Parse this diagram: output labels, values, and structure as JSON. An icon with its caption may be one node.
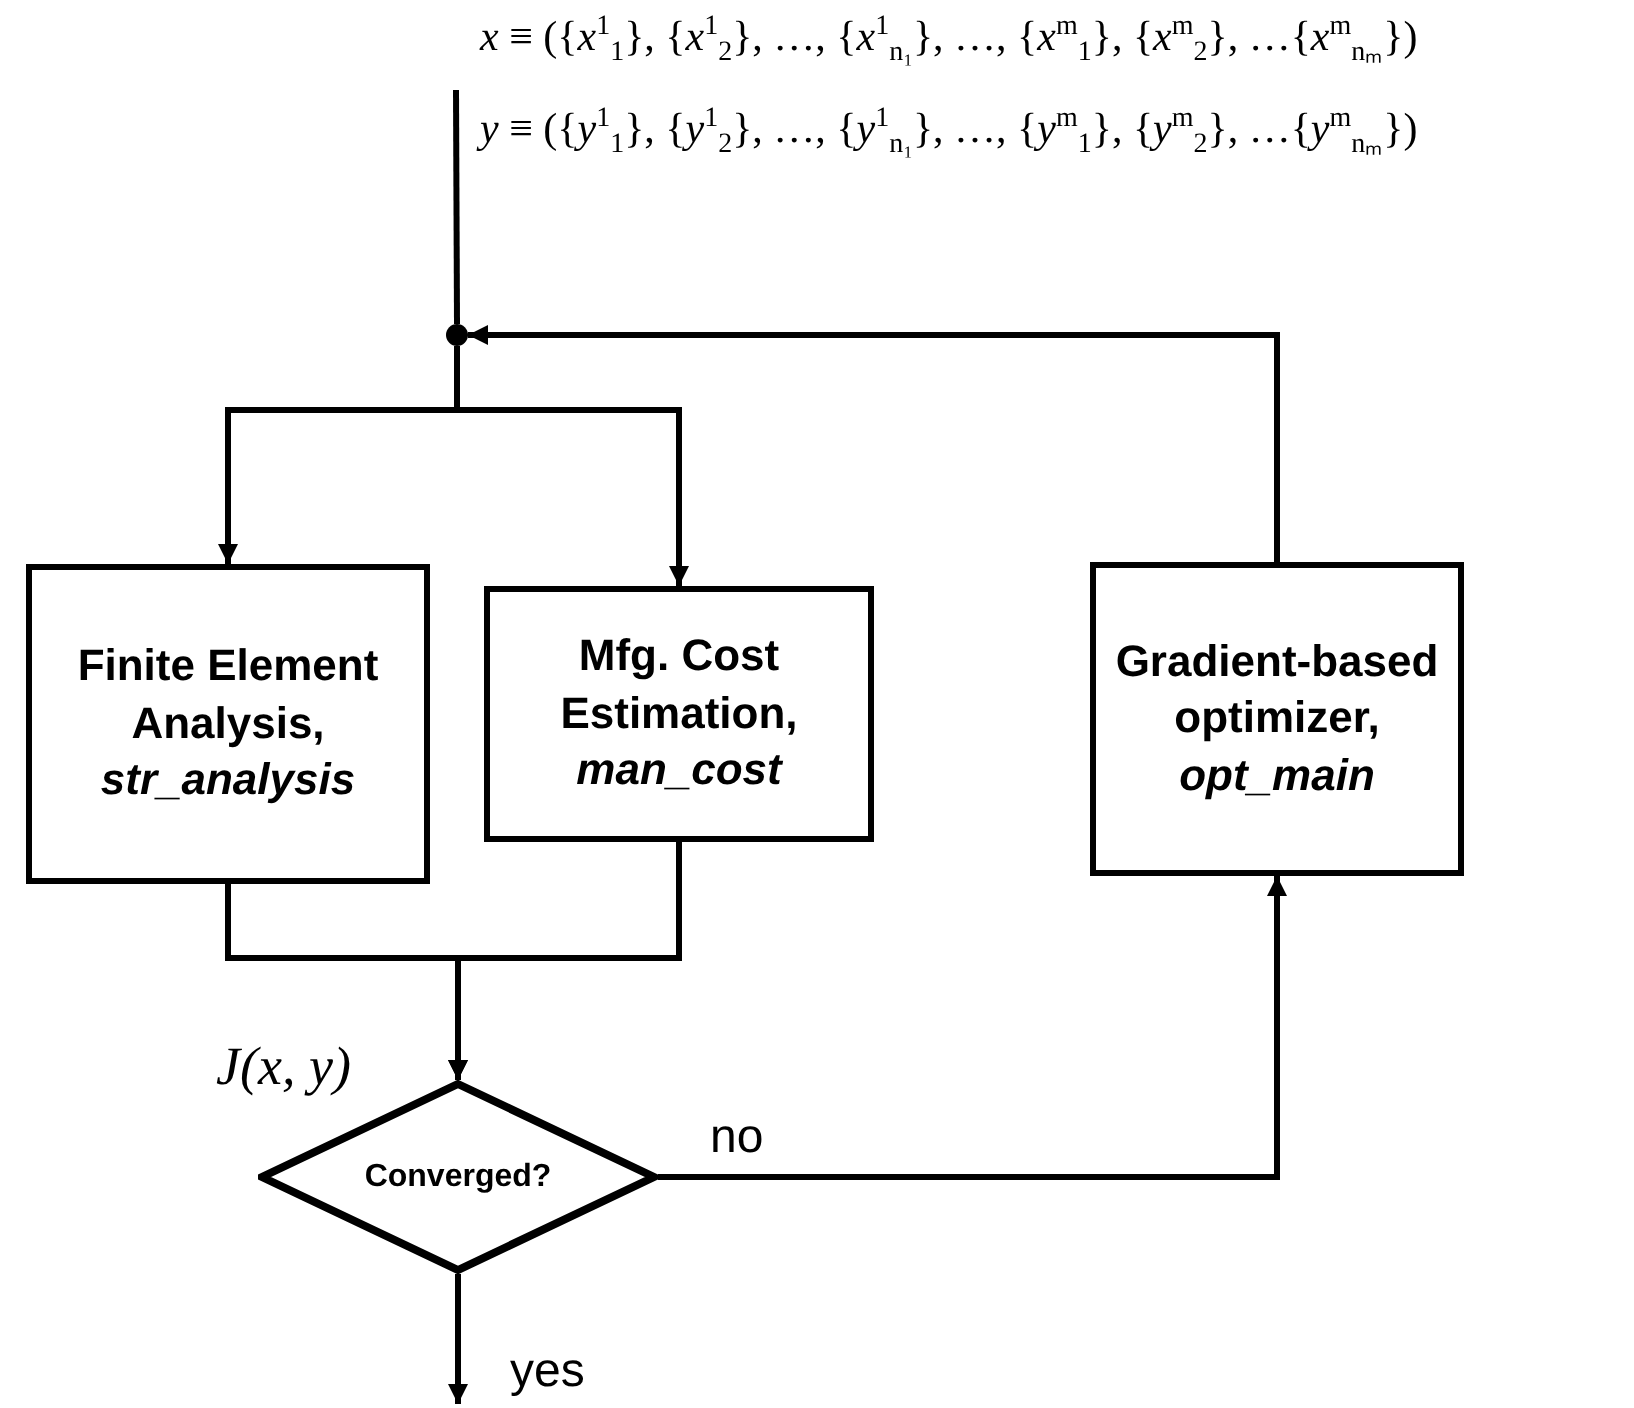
{
  "diagram": {
    "nodes": [
      {
        "text": [
          "Finite Element Analysis, *str_analysis*"
        ]
      },
      {
        "text": [
          "Mfg. Cost Estimation, *man_cost*"
        ]
      },
      {
        "text": [
          "Gradient-based optimizer, *opt_main*"
        ]
      },
      {
        "text": [
          "Converged?"
        ]
      },
      {
        "text": [],
        "shape": "circle"
      }
    ],
    "edges": [
      {
        "from": null,
        "to": 4,
        "arrow": "none"
      },
      {
        "from": 4,
        "to": 0,
        "arrow": "to"
      },
      {
        "from": 4,
        "to": 1,
        "arrow": "to"
      },
      {
        "from": 0,
        "to": 3,
        "arrow": "to",
        "label": "J(x, y)"
      },
      {
        "from": 1,
        "to": 3,
        "arrow": "to"
      },
      {
        "from": 3,
        "to": 2,
        "arrow": "to",
        "label": "no"
      },
      {
        "from": 2,
        "to": 4,
        "arrow": "to"
      },
      {
        "from": 3,
        "to": null,
        "arrow": "to",
        "label": "yes"
      }
    ],
    "labels": [
      "*x* ≡ ({*x*$^{1}$$_{1}$}, {*x*$^{1}$$_{2}$}, …, {*x*$^{1}$$_{n₁}$}, …, {*x*$^{m}$$_{1}$}, {*x*$^{m}$$_{2}$}, …{*x*$^{m}$$_{nₘ}$})",
      "*y* ≡ ({*y*$^{1}$$_{1}$}, {*y*$^{1}$$_{2}$}, …, {*y*$^{1}$$_{n₁}$}, …, {*y*$^{m}$$_{1}$}, {*y*$^{m}$$_{2}$}, …{*y*$^{m}$$_{nₘ}$})"
    ]
  }
}
